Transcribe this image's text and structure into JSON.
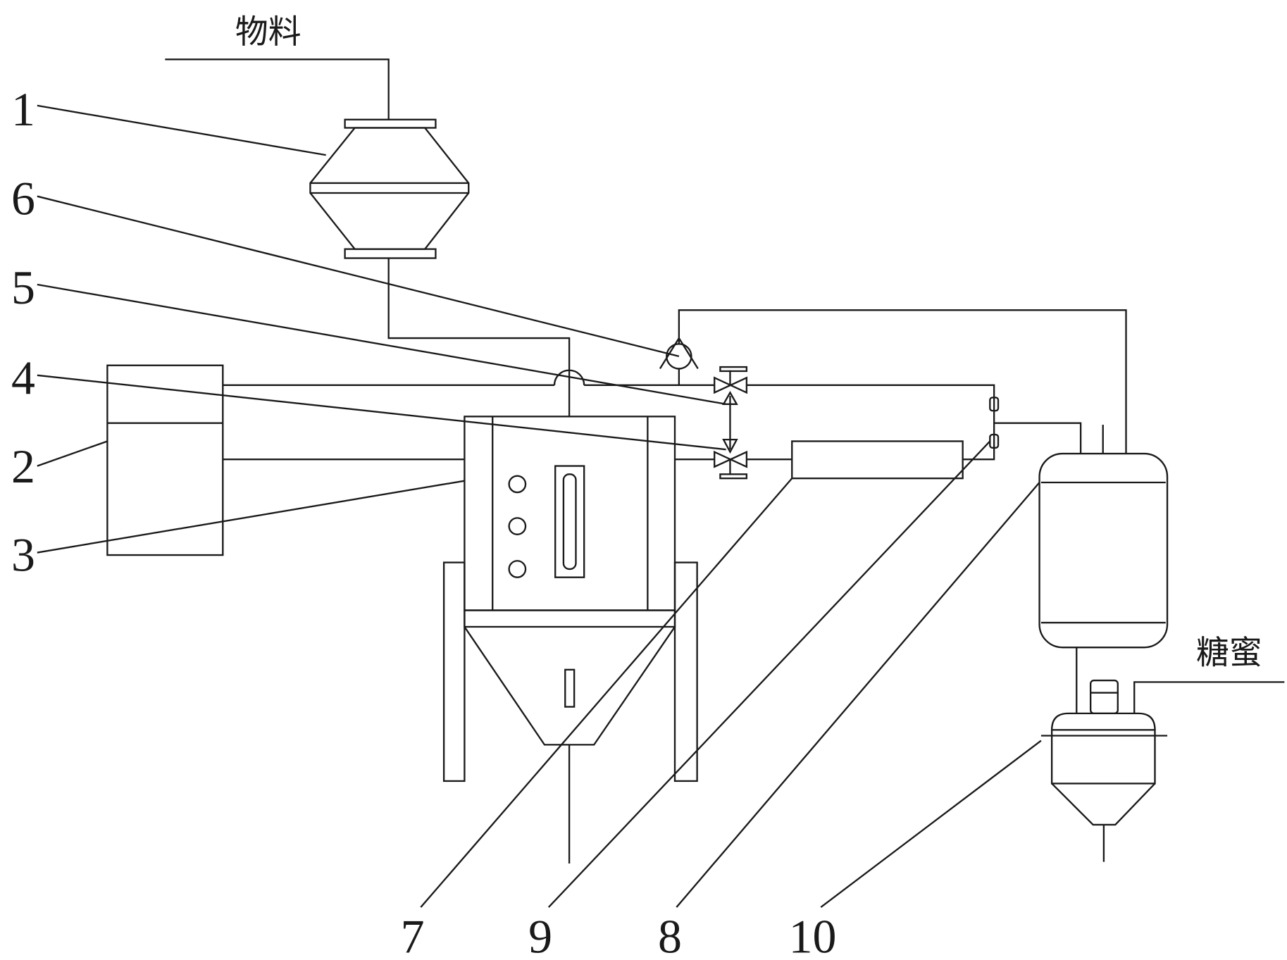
{
  "inputs": {
    "material": "物料",
    "molasses": "糖蜜"
  },
  "labels": {
    "l1": "1",
    "l2": "2",
    "l3": "3",
    "l4": "4",
    "l5": "5",
    "l6": "6",
    "l7": "7",
    "l8": "8",
    "l9": "9",
    "l10": "10"
  }
}
